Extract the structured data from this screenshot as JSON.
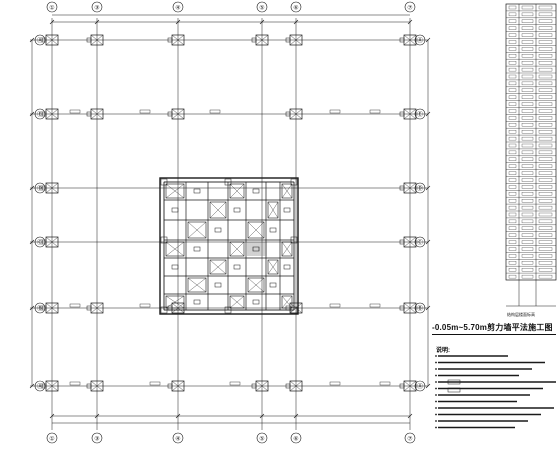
{
  "drawing": {
    "plan_title": "-0.05m~5.70m剪力墙平法施工图",
    "notes_heading": "说明:",
    "legend_caption": "结构层楼面标高",
    "axis_labels": {
      "top": [
        "①",
        "③",
        "④",
        "⑤",
        "⑥",
        "⑦"
      ],
      "bottom": [
        "①",
        "③",
        "④",
        "⑤",
        "⑥",
        "⑦"
      ],
      "left": [
        "Ⓐ",
        "Ⓔ",
        "Ⓓ",
        "Ⓒ",
        "Ⓑ",
        "Ⓐ"
      ],
      "right": [
        "Ⓐ",
        "Ⓔ",
        "Ⓓ",
        "Ⓒ",
        "Ⓑ",
        "Ⓐ"
      ]
    },
    "floor_table_rows": 40
  }
}
